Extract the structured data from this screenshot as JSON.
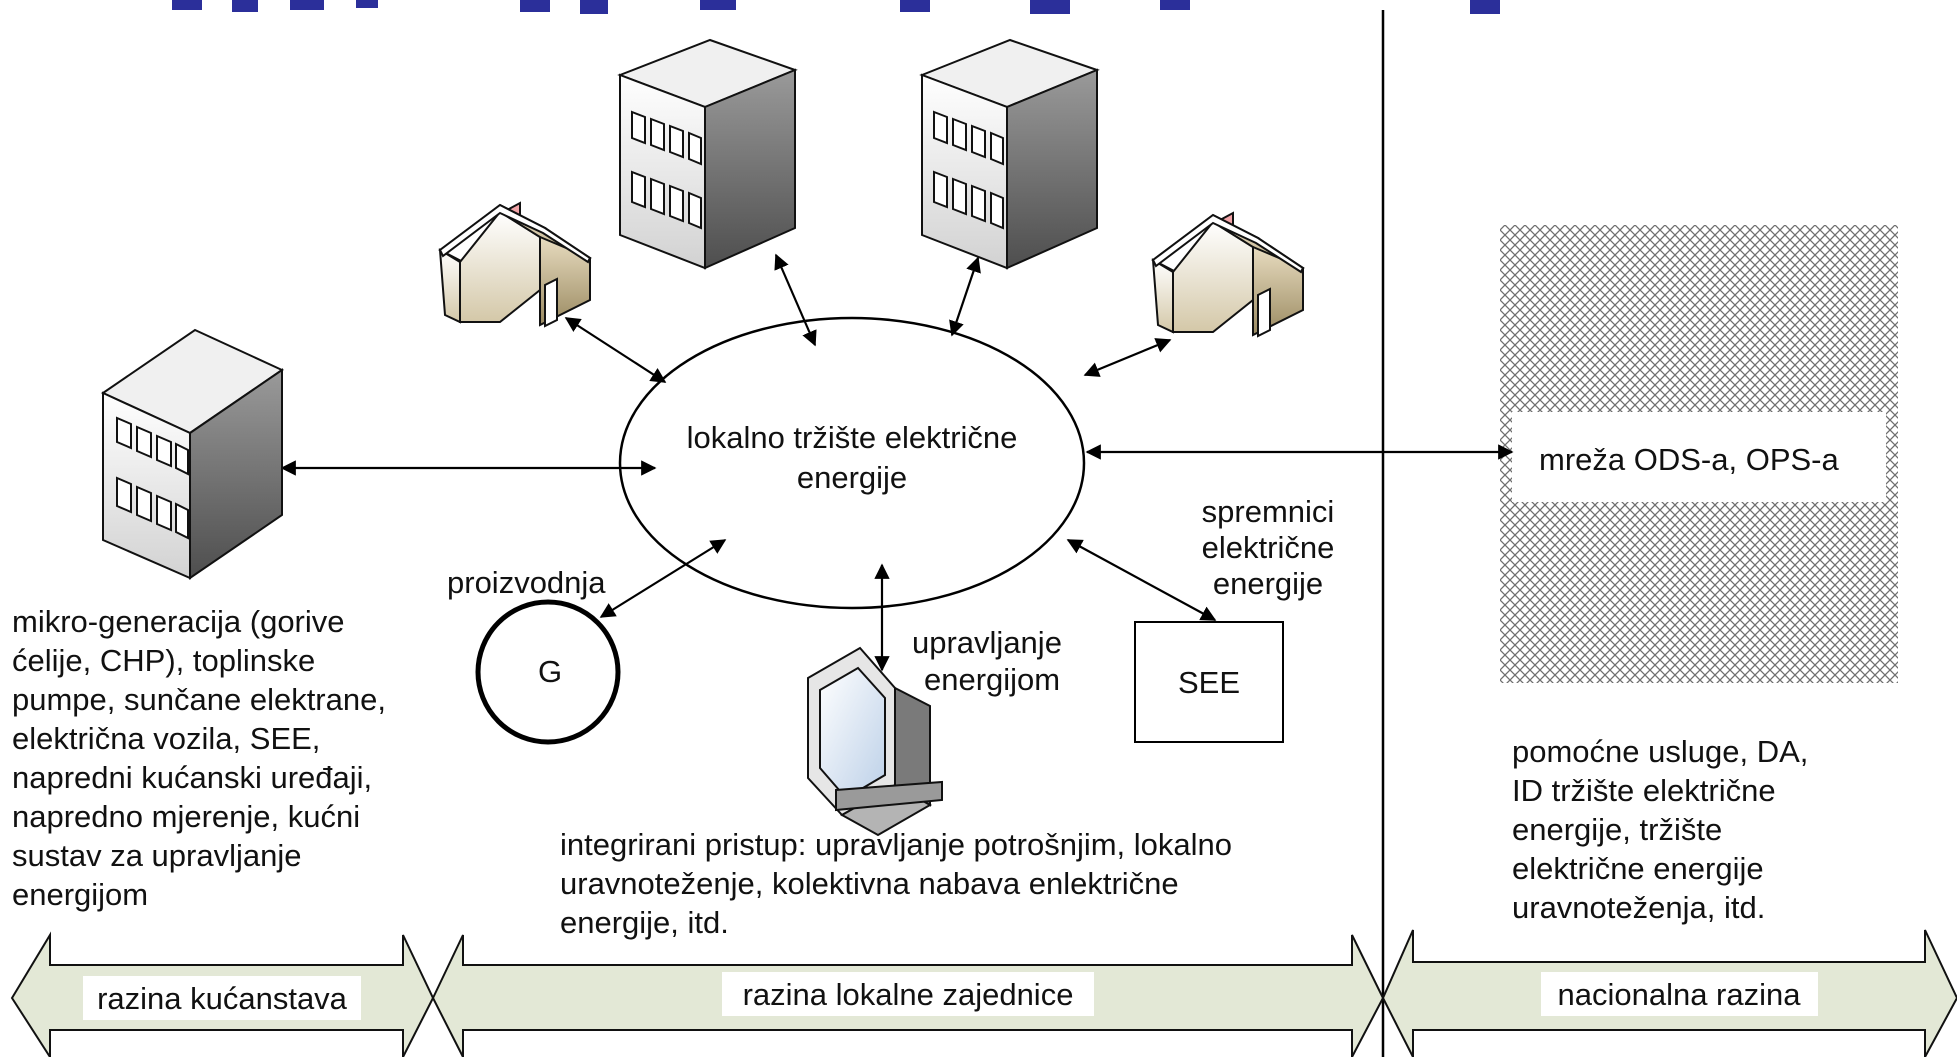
{
  "center": {
    "line1": "lokalno tržište električne",
    "line2": "energije"
  },
  "grid": {
    "label": "mreža ODS-a, OPS-a"
  },
  "generator": {
    "symbol": "G",
    "label": "proizvodnja"
  },
  "storage": {
    "box_label": "SEE",
    "line1": "spremnici",
    "line2": "električne",
    "line3": "energije"
  },
  "control": {
    "line1": "upravljanje",
    "line2": "energijom"
  },
  "household_text": [
    "mikro-generacija (gorive",
    "ćelije, CHP), toplinske",
    "pumpe, sunčane elektrane,",
    "električna vozila, SEE,",
    "napredni kućanski uređaji,",
    "napredno mjerenje, kućni",
    "sustav za upravljanje",
    "energijom"
  ],
  "community_text": [
    "integrirani pristup: upravljanje potrošnjim, lokalno",
    "uravnoteženje, kolektivna nabava enlektrične",
    "energije, itd."
  ],
  "national_text": [
    "pomoćne usluge, DA,",
    "ID tržište električne",
    "energije, tržište",
    "električne energije",
    "uravnoteženja, itd."
  ],
  "levels": {
    "household": "razina kućanstava",
    "community": "razina lokalne zajednice",
    "national": "nacionalna razina"
  },
  "colors": {
    "title_partial": "#2b2f9a",
    "arrow_fill": "#e3e8d6",
    "chimney": "#f2a4a8",
    "building": "#b9b9b9"
  }
}
